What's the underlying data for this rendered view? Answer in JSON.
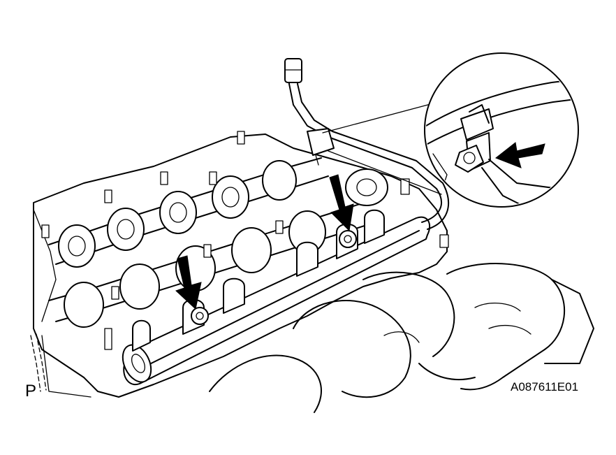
{
  "labels": {
    "corner_mark": "P",
    "figure_code": "A087611E01"
  },
  "colors": {
    "line": "#000000",
    "background": "#ffffff"
  },
  "arrows": [
    {
      "name": "arrow-bolt-right",
      "direction": "down"
    },
    {
      "name": "arrow-bolt-left",
      "direction": "down"
    },
    {
      "name": "arrow-detail-nut",
      "direction": "left"
    }
  ]
}
